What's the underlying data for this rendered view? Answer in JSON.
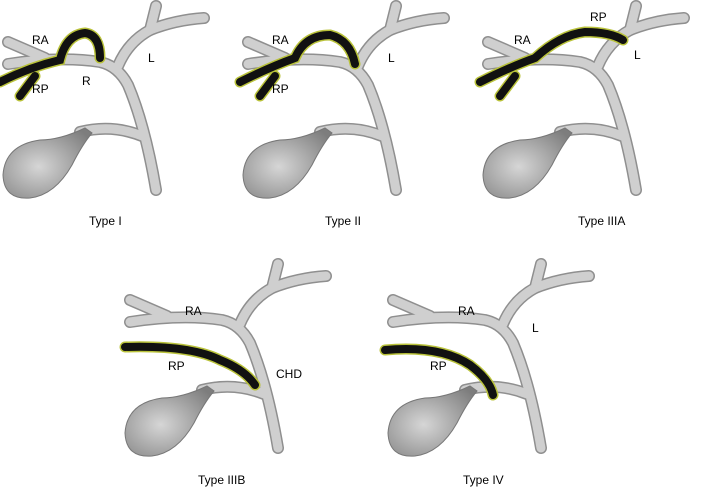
{
  "colors": {
    "duct": "#c9c9c9",
    "duct_edge": "#8f8f8f",
    "aberrant_duct": "#111111",
    "aberrant_glow": "#b9c23a"
  },
  "panels": [
    {
      "caption": "Type I",
      "labels": {
        "ra": "RA",
        "rp": "RP",
        "r": "R",
        "l": "L"
      }
    },
    {
      "caption": "Type II",
      "labels": {
        "ra": "RA",
        "rp": "RP",
        "l": "L"
      }
    },
    {
      "caption": "Type IIIA",
      "labels": {
        "ra": "RA",
        "rp": "RP",
        "l": "L"
      }
    },
    {
      "caption": "Type IIIB",
      "labels": {
        "ra": "RA",
        "rp": "RP",
        "chd": "CHD"
      }
    },
    {
      "caption": "Type IV",
      "labels": {
        "ra": "RA",
        "rp": "RP",
        "l": "L"
      }
    }
  ]
}
